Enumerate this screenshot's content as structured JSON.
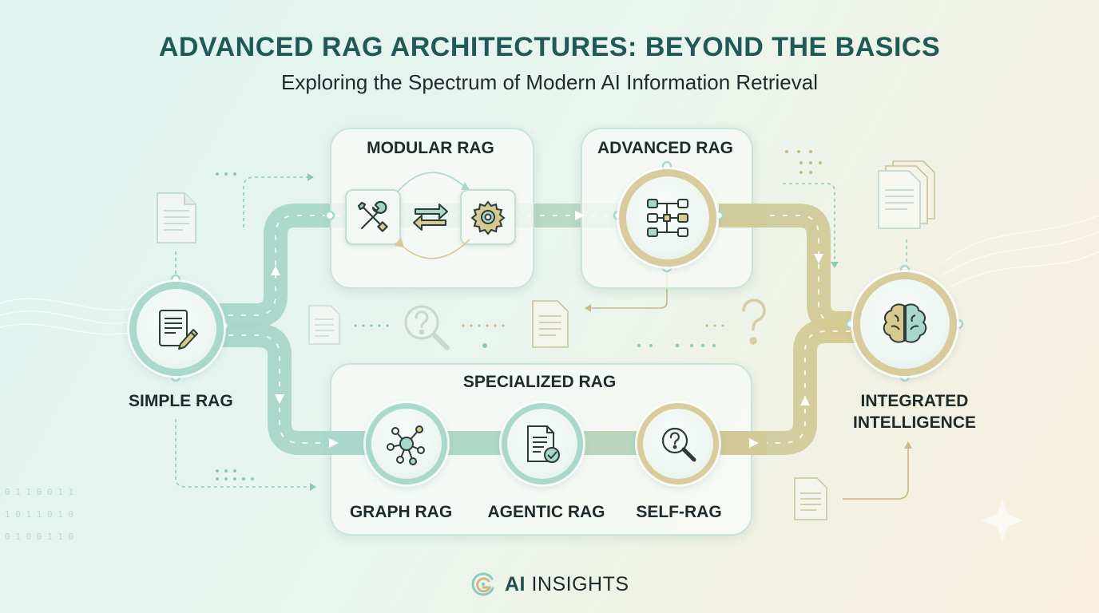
{
  "header": {
    "title": "ADVANCED RAG ARCHITECTURES: BEYOND THE BASICS",
    "subtitle": "Exploring the Spectrum of Modern AI Information Retrieval"
  },
  "nodes": {
    "simple": "SIMPLE RAG",
    "modular": "MODULAR RAG",
    "advanced": "ADVANCED RAG",
    "specialized": "SPECIALIZED RAG",
    "graph": "GRAPH RAG",
    "agentic": "AGENTIC RAG",
    "self": "SELF-RAG",
    "integrated_line1": "INTEGRATED",
    "integrated_line2": "INTELLIGENCE"
  },
  "brand": {
    "name_bold": "AI",
    "name_rest": "INSIGHTS"
  },
  "colors": {
    "teal": "#a9d8cc",
    "gold": "#d8cc9c",
    "title": "#1f5a56",
    "text": "#1e2a2c"
  },
  "icons": [
    "document-edit-icon",
    "tools-icon",
    "swap-arrows-icon",
    "gear-icon",
    "flowchart-icon",
    "network-graph-icon",
    "checked-document-icon",
    "search-question-icon",
    "brain-icon",
    "document-icon",
    "question-icon"
  ]
}
